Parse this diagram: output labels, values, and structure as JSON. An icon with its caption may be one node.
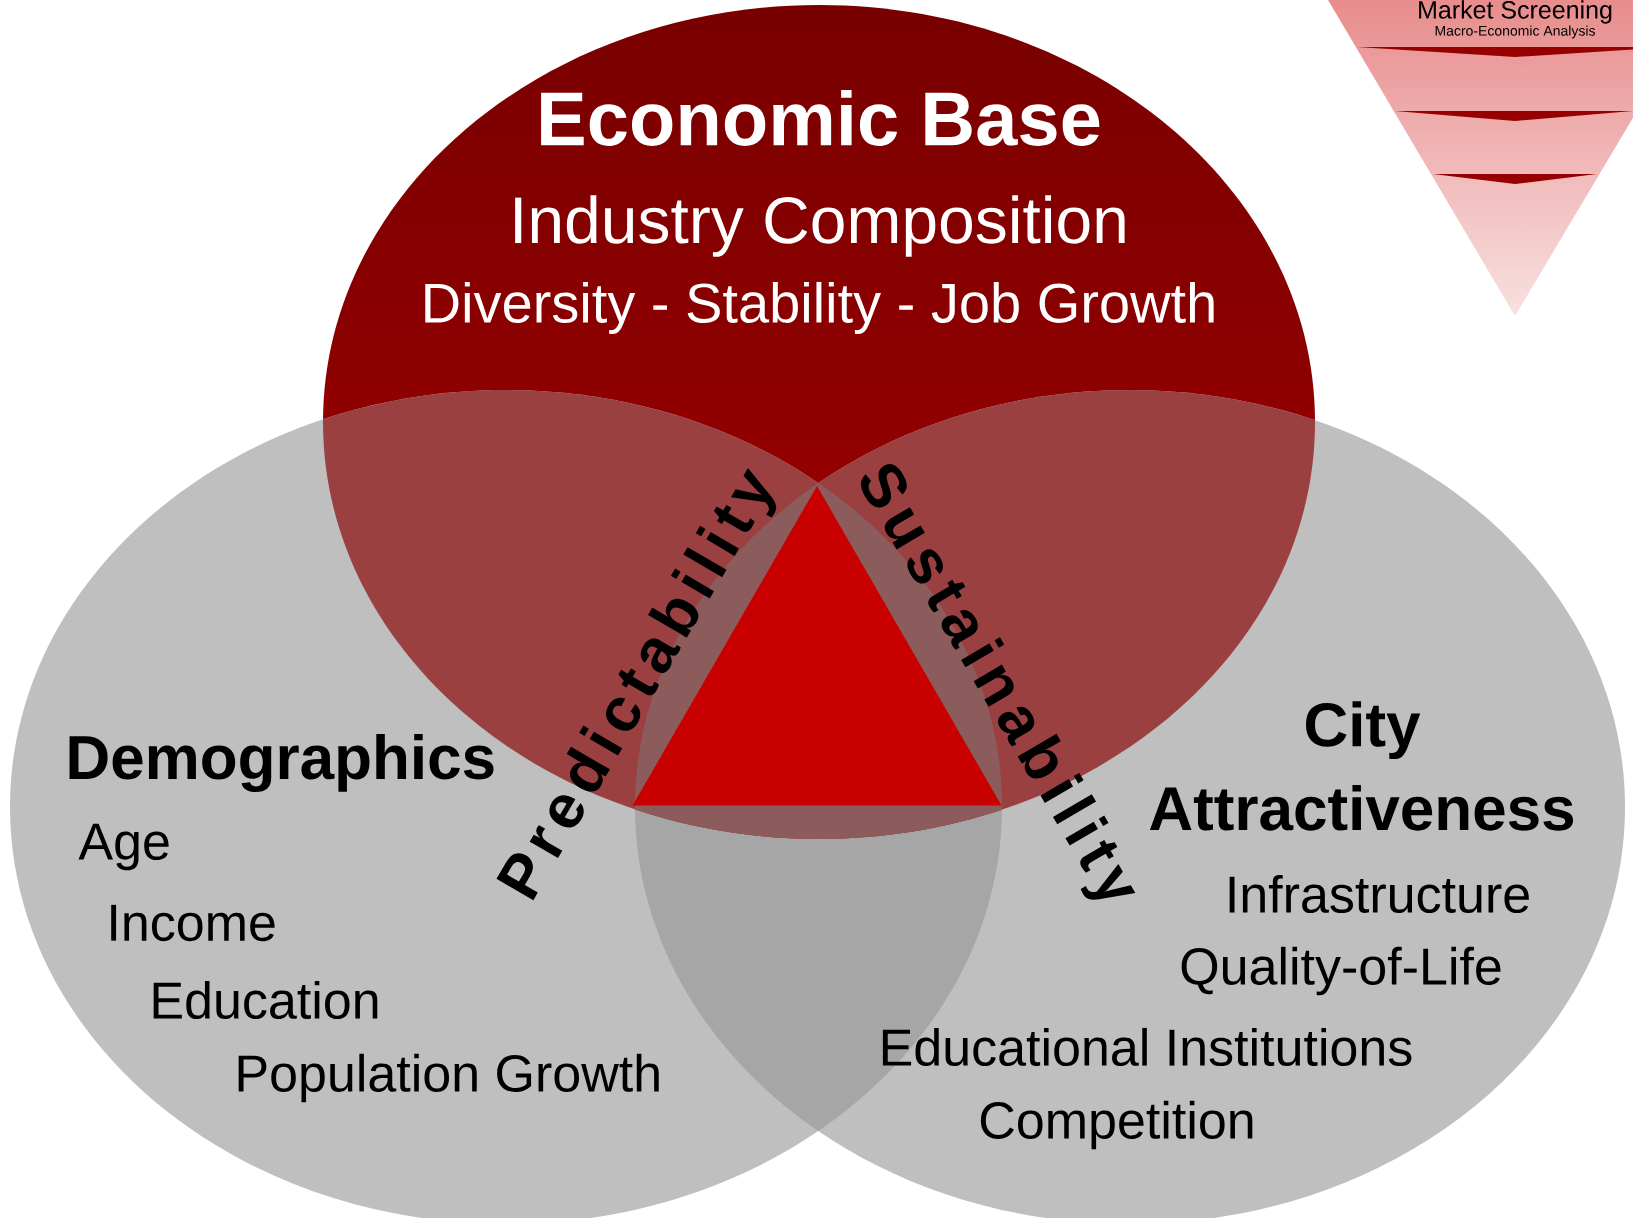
{
  "diagram": {
    "nodes": [
      {
        "text": [
          "Economic Base",
          "Industry Composition",
          "Diversity - Stability - Job Growth"
        ]
      },
      {
        "text": [
          "Market Screening",
          "Macro-Economic Analysis"
        ]
      },
      {
        "text": [
          "Demographics",
          "Age",
          "Income",
          "Education",
          "Population Growth"
        ]
      },
      {
        "text": [],
        "shape": "triangle"
      },
      {
        "text": [
          "City Attractiveness",
          "Infrastructure",
          "Quality-of-Life",
          "Educational Institutions",
          "Competition"
        ]
      }
    ],
    "labels": [
      "Predictability",
      "Sustainability"
    ]
  }
}
